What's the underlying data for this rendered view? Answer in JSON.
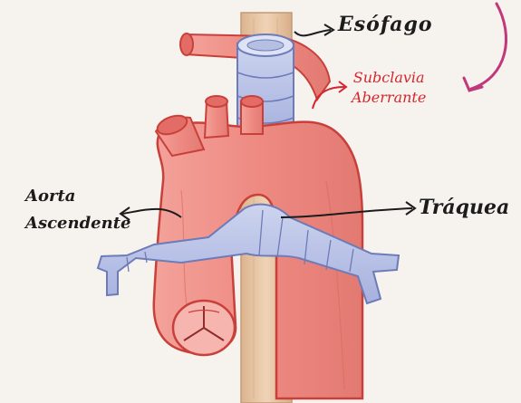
{
  "labels": {
    "esofago": "Esófago",
    "subclavia_line1": "Subclavia",
    "subclavia_line2": "Aberrante",
    "aorta_line1": "Aorta",
    "aorta_line2": "Ascendente",
    "traquea": "Tráquea"
  },
  "colors": {
    "background": "#f6f3ef",
    "aorta": "#ee8a82",
    "aorta_outline": "#c9403a",
    "esophagus": "#e8c7a8",
    "trachea": "#b9c3e6",
    "trachea_outline": "#6d7bb8",
    "label_red": "#d6262c",
    "accent_magenta": "#c2387a"
  }
}
